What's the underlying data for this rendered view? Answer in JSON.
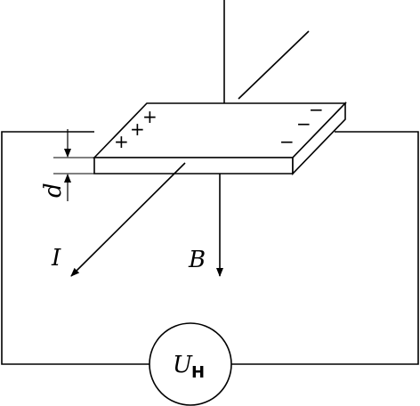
{
  "labels": {
    "current": "I",
    "field": "B",
    "thickness": "d",
    "voltmeter_main": "U",
    "voltmeter_sub": "H"
  },
  "charges": {
    "positive": "+",
    "negative": "−"
  },
  "colors": {
    "line": "#000000",
    "background": "#ffffff"
  }
}
